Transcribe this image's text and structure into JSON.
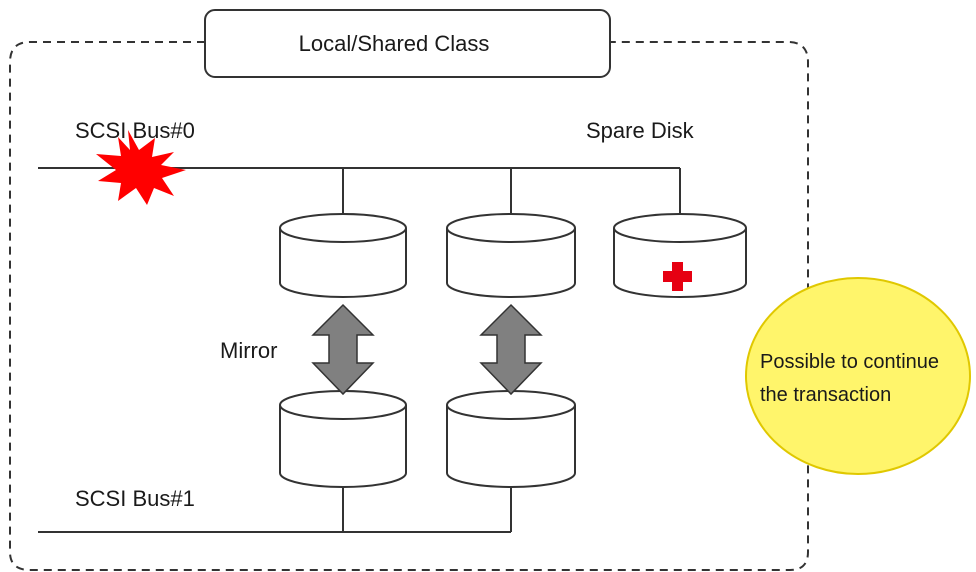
{
  "class_box": {
    "label": "Local/Shared Class"
  },
  "buses": [
    {
      "label": "SCSI Bus#0",
      "state": "failed"
    },
    {
      "label": "SCSI Bus#1",
      "state": "normal"
    }
  ],
  "spare_disk": {
    "label": "Spare Disk",
    "icon": "red-cross-icon"
  },
  "mirror": {
    "label": "Mirror"
  },
  "callout": {
    "line1": "Possible to continue",
    "line2": "the transaction"
  },
  "colors": {
    "failure_burst": "#ff0000",
    "spare_cross": "#e60012",
    "mirror_arrow": "#808080",
    "callout_fill": "#fff56b",
    "callout_stroke": "#e0c800"
  }
}
